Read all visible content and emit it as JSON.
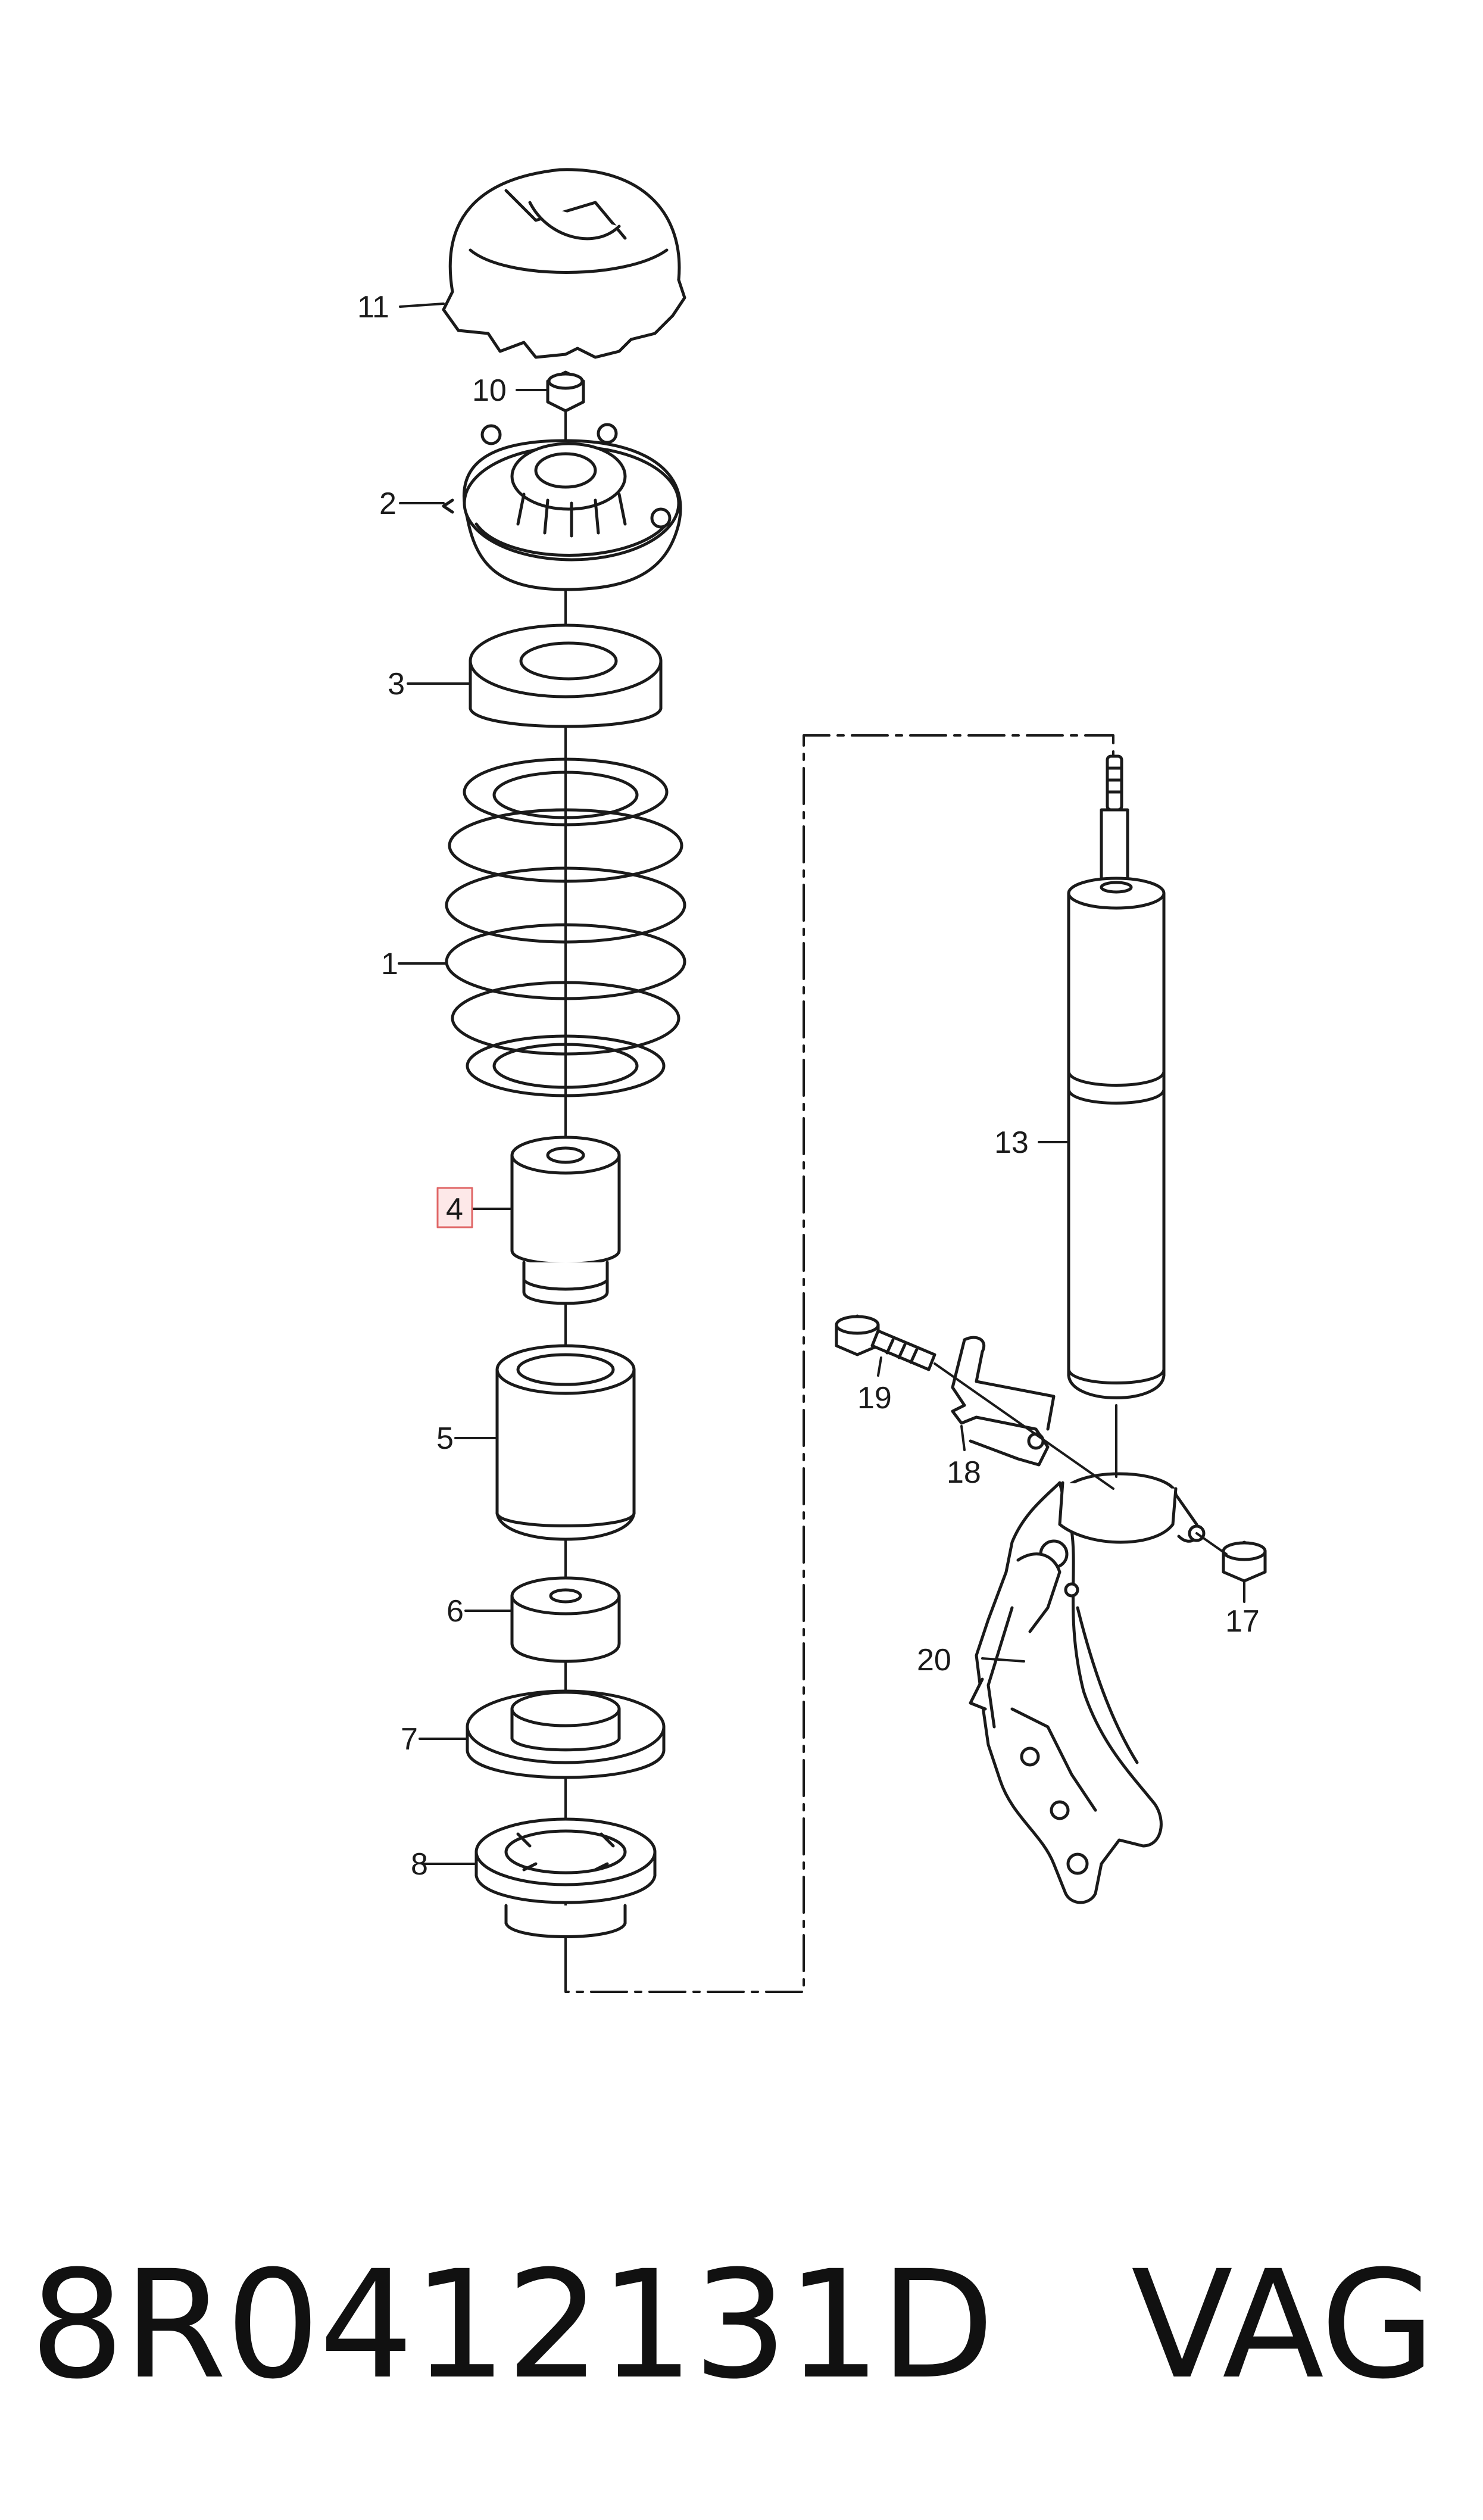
{
  "callouts": {
    "c1": "1",
    "c2": "2",
    "c3": "3",
    "c4": "4",
    "c5": "5",
    "c6": "6",
    "c7": "7",
    "c8": "8",
    "c10": "10",
    "c11": "11",
    "c13": "13",
    "c17": "17",
    "c18": "18",
    "c19": "19",
    "c20": "20"
  },
  "highlighted_callout": "4",
  "caption": {
    "part_number": "8R0412131D",
    "brand": "VAG"
  },
  "colors": {
    "line": "#1a1a1a",
    "highlight_border": "#e06666",
    "highlight_fill": "#fde8e8",
    "background": "#ffffff"
  }
}
